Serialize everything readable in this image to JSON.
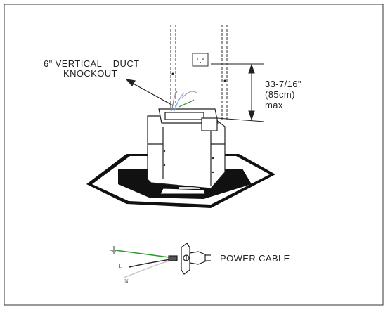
{
  "labels": {
    "duct_line1": "6\" VERTICAL    DUCT",
    "duct_line2": "KNOCKOUT",
    "height_line1": "33-7/16\"",
    "height_line2": "(85cm)",
    "height_line3": "max",
    "power_cable": "POWER CABLE",
    "wire_l": "L",
    "wire_n": "N"
  },
  "colors": {
    "ground_wire": "#2a9a2a",
    "live_wire": "#222222",
    "neutral_wire": "#c8c8c8",
    "blue_wire": "#7fa6d8",
    "outline": "#222222"
  }
}
